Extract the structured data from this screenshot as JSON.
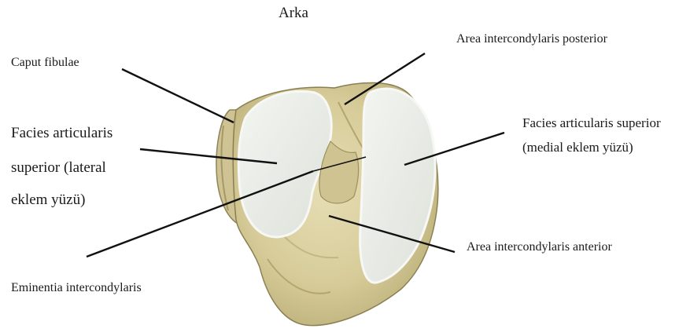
{
  "header": {
    "title": "Arka"
  },
  "labels": {
    "caput_fibulae": "Caput fibulae",
    "facies_lateral": [
      "Facies articularis",
      "superior (lateral",
      "eklem yüzü)"
    ],
    "eminentia": "Eminentia intercondylaris",
    "area_posterior": "Area intercondylaris posterior",
    "facies_medial": [
      "Facies articularis superior",
      "(medial eklem yüzü)"
    ],
    "area_anterior": "Area intercondylaris anterior"
  },
  "colors": {
    "bone": "#d9cf9f",
    "bone_dark": "#b9ac78",
    "cartilage": "#e7ebe4",
    "cartilage_edge": "#f4f6f2",
    "leader_line": "#111111"
  }
}
